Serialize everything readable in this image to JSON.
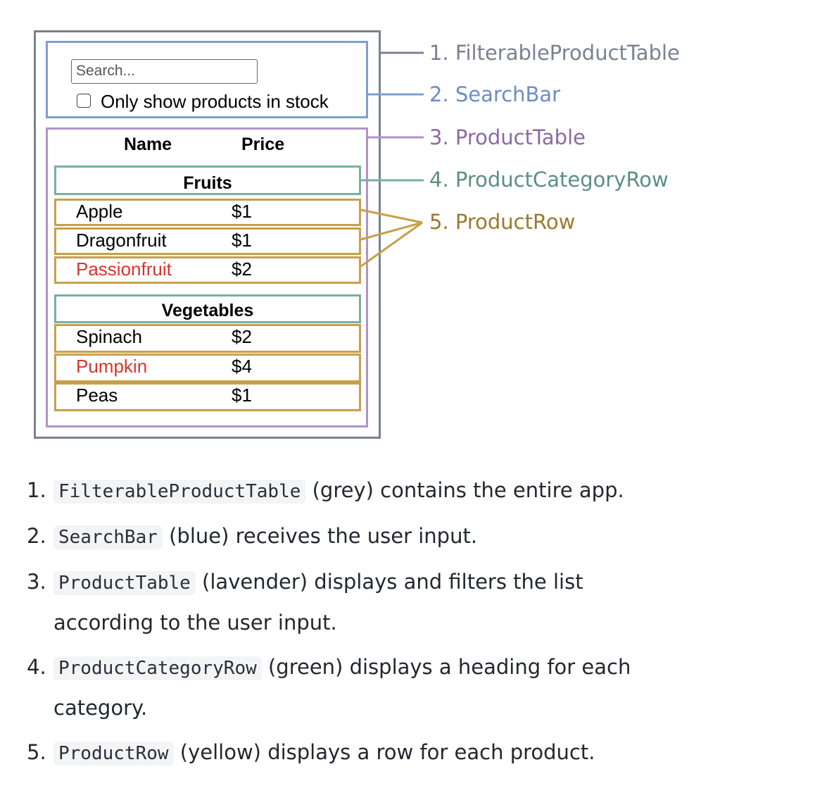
{
  "search": {
    "placeholder": "Search...",
    "checkbox_label": "Only show products in stock"
  },
  "table": {
    "headers": [
      "Name",
      "Price"
    ]
  },
  "categories": [
    {
      "name": "Fruits",
      "rows": [
        {
          "name": "Apple",
          "price": "$1",
          "out_of_stock": false
        },
        {
          "name": "Dragonfruit",
          "price": "$1",
          "out_of_stock": false
        },
        {
          "name": "Passionfruit",
          "price": "$2",
          "out_of_stock": true
        }
      ]
    },
    {
      "name": "Vegetables",
      "rows": [
        {
          "name": "Spinach",
          "price": "$2",
          "out_of_stock": false
        },
        {
          "name": "Pumpkin",
          "price": "$4",
          "out_of_stock": true
        },
        {
          "name": "Peas",
          "price": "$1",
          "out_of_stock": false
        }
      ]
    }
  ],
  "legend": [
    {
      "label": "1. FilterableProductTable",
      "color": "#7a8190"
    },
    {
      "label": "2. SearchBar",
      "color": "#6d8cc2"
    },
    {
      "label": "3. ProductTable",
      "color": "#8a6aa4"
    },
    {
      "label": "4. ProductCategoryRow",
      "color": "#5a8f85"
    },
    {
      "label": "5. ProductRow",
      "color": "#9b7a2c"
    }
  ],
  "explanations": [
    {
      "num": "1.",
      "code": "FilterableProductTable",
      "text": " (grey) contains the entire app."
    },
    {
      "num": "2.",
      "code": "SearchBar",
      "text": " (blue) receives the user input."
    },
    {
      "num": "3.",
      "code": "ProductTable",
      "text": " (lavender) displays and filters the list according to the user input."
    },
    {
      "num": "4.",
      "code": "ProductCategoryRow",
      "text": " (green) displays a heading for each category."
    },
    {
      "num": "5.",
      "code": "ProductRow",
      "text": " (yellow) displays a row for each product."
    }
  ]
}
